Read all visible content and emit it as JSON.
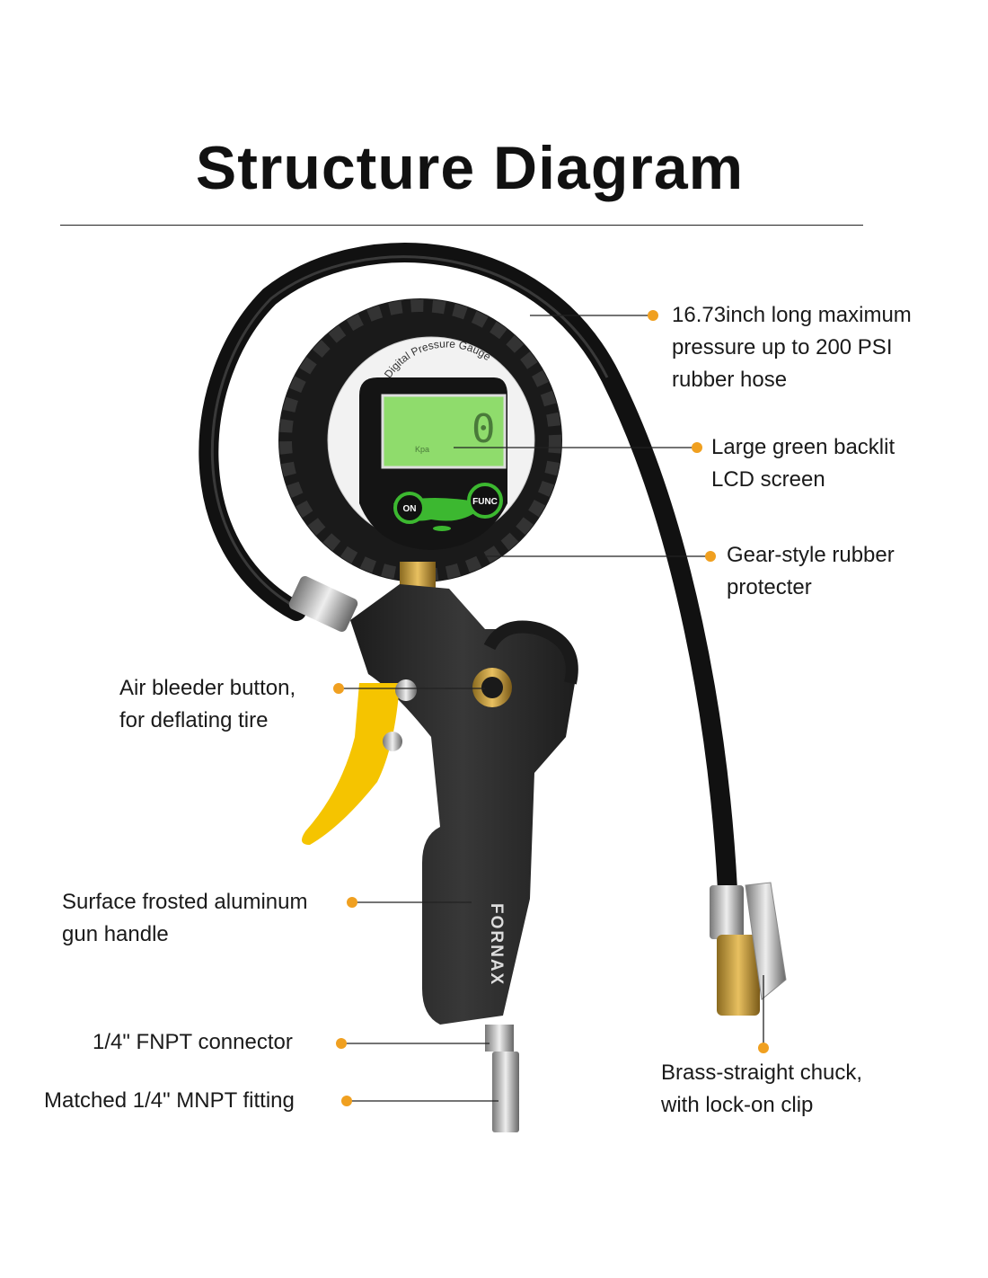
{
  "title": "Structure Diagram",
  "colors": {
    "accent_dot": "#f0a020",
    "lcd": "#8fdc6c",
    "trigger": "#f5c400",
    "body": "#2a2a2a"
  },
  "product": {
    "gauge_ring_text": "Digital Pressure Gauge",
    "lcd_reading": "0",
    "lcd_unit": "Kpa",
    "button_on": "ON",
    "button_func": "FUNC",
    "brand": "FORNAX"
  },
  "callouts": [
    {
      "id": "hose",
      "lines": [
        "16.73inch long maximum",
        "pressure up to 200 PSI",
        "rubber hose"
      ]
    },
    {
      "id": "lcd",
      "lines": [
        "Large green backlit",
        "LCD screen"
      ]
    },
    {
      "id": "protector",
      "lines": [
        "Gear-style rubber",
        "protecter"
      ]
    },
    {
      "id": "bleeder",
      "lines": [
        "Air bleeder button,",
        "for deflating tire"
      ]
    },
    {
      "id": "handle",
      "lines": [
        "Surface frosted aluminum",
        "gun handle"
      ]
    },
    {
      "id": "fnpt",
      "lines": [
        "1/4\" FNPT connector"
      ]
    },
    {
      "id": "mnpt",
      "lines": [
        "Matched 1/4\" MNPT fitting"
      ]
    },
    {
      "id": "chuck",
      "lines": [
        "Brass-straight chuck,",
        "with lock-on clip"
      ]
    }
  ]
}
